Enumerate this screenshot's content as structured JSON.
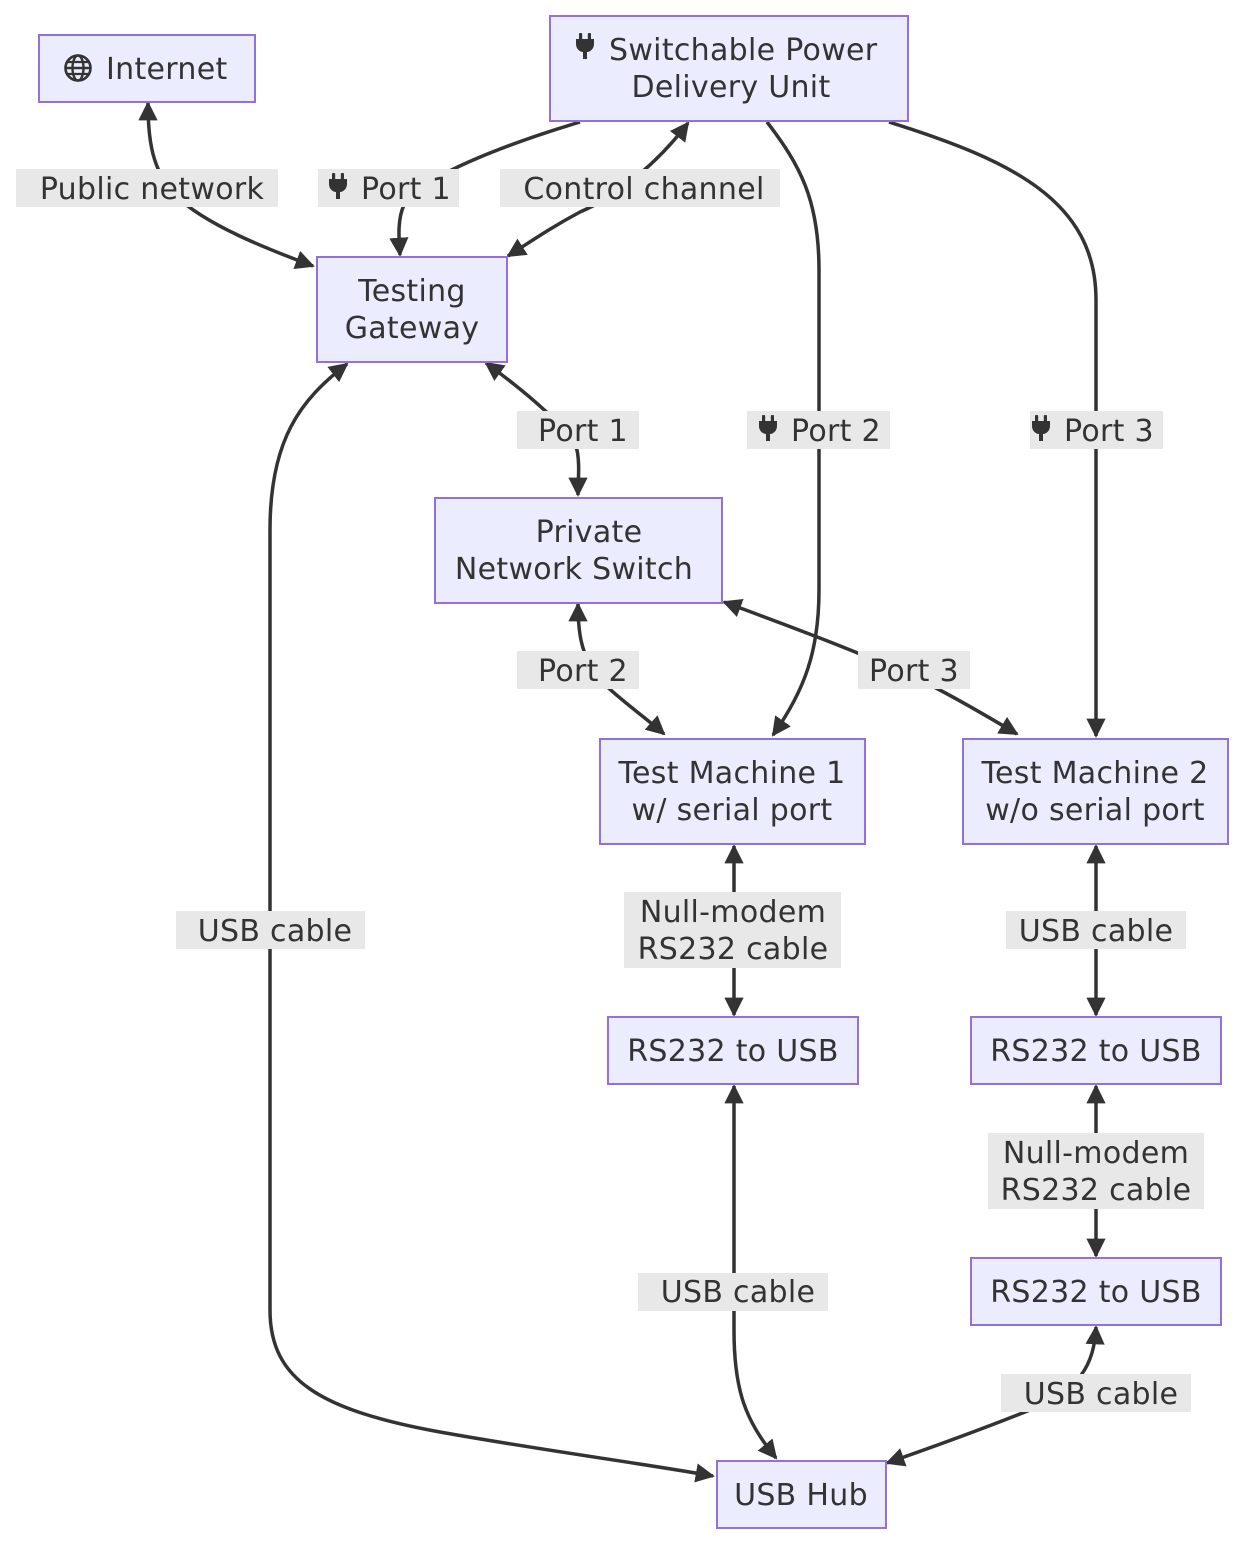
{
  "nodes": {
    "internet": {
      "icon": "globe-icon",
      "lines": [
        "Internet"
      ]
    },
    "pdu": {
      "icon": "plug-icon",
      "lines": [
        "Switchable Power",
        "Delivery Unit"
      ]
    },
    "gateway": {
      "lines": [
        "Testing",
        "Gateway"
      ]
    },
    "switch": {
      "lines": [
        "Private",
        "Network Switch"
      ]
    },
    "tm1": {
      "lines": [
        "Test Machine 1",
        "w/ serial port"
      ]
    },
    "tm2": {
      "lines": [
        "Test Machine 2",
        "w/o serial port"
      ]
    },
    "rs1": {
      "lines": [
        "RS232 to USB"
      ]
    },
    "rs2": {
      "lines": [
        "RS232 to USB"
      ]
    },
    "rs3": {
      "lines": [
        "RS232 to USB"
      ]
    },
    "hub": {
      "lines": [
        "USB Hub"
      ]
    }
  },
  "edges": {
    "internet_gateway": {
      "label": [
        "Public network"
      ]
    },
    "pdu_gateway_port": {
      "icon": "plug-icon",
      "label": [
        "Port 1"
      ]
    },
    "pdu_gateway_control": {
      "label": [
        "Control channel"
      ]
    },
    "pdu_tm1": {
      "icon": "plug-icon",
      "label": [
        "Port 2"
      ]
    },
    "pdu_tm2": {
      "icon": "plug-icon",
      "label": [
        "Port 3"
      ]
    },
    "gateway_switch": {
      "label": [
        "Port 1"
      ]
    },
    "switch_tm1": {
      "label": [
        "Port 2"
      ]
    },
    "switch_tm2": {
      "label": [
        "Port 3"
      ]
    },
    "gateway_hub": {
      "label": [
        "USB cable"
      ]
    },
    "tm1_rs1": {
      "label": [
        "Null-modem",
        "RS232 cable"
      ]
    },
    "rs1_hub": {
      "label": [
        "USB cable"
      ]
    },
    "tm2_rs2": {
      "label": [
        "USB cable"
      ]
    },
    "rs2_rs3": {
      "label": [
        "Null-modem",
        "RS232 cable"
      ]
    },
    "rs3_hub": {
      "label": [
        "USB cable"
      ]
    }
  },
  "colors": {
    "node_fill": "#ececff",
    "node_stroke": "#9370db",
    "edge": "#333333",
    "label_bg": "#e8e8e8",
    "text": "#333333"
  }
}
